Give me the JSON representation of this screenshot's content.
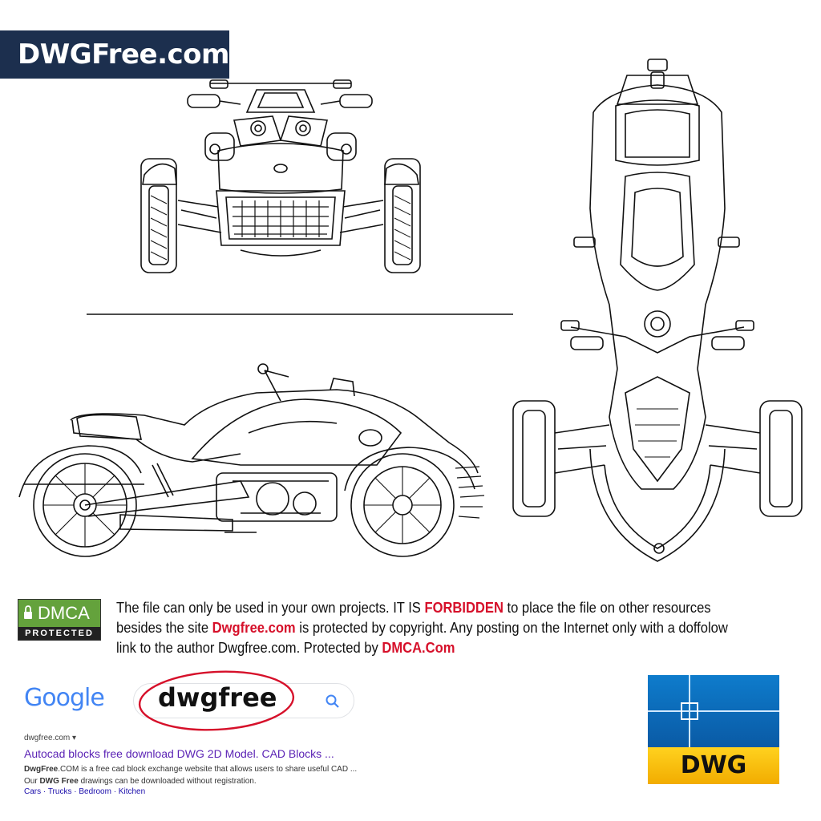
{
  "brand": {
    "title": "DWGFree.com"
  },
  "views": [
    "front-view",
    "side-view",
    "top-view"
  ],
  "dmca_badge": {
    "top_text": "DMCA",
    "bottom_text": "PROTECTED"
  },
  "notice": {
    "p1": "The file can only be used in your own projects. IT IS ",
    "forbidden": "FORBIDDEN",
    "p2": " to place the file on other resources besides the site ",
    "site": "Dwgfree.com",
    "p3": " is protected by copyright. Any posting on the Internet only with a doffolow link to the author Dwgfree.com. Protected by ",
    "dmca": "DMCA.Com"
  },
  "google": {
    "logo": "Google",
    "query": "dwgfree",
    "result_site": "dwgfree.com",
    "result_title": "Autocad blocks free download DWG 2D Model. CAD Blocks ...",
    "desc_bold1": "DwgFree",
    "desc1": ".COM is a free cad block exchange website that allows users to share useful CAD ...",
    "desc2a": "Our ",
    "desc_bold2": "DWG Free",
    "desc2b": " drawings can be downloaded without registration.",
    "links": "Cars · Trucks · Bedroom · Kitchen"
  },
  "dwg_icon": {
    "label": "DWG"
  },
  "colors": {
    "brand_bg": "#1c2f4e",
    "red": "#d6102a",
    "dmca_green": "#64a23c",
    "link_purple": "#5b23b5"
  }
}
